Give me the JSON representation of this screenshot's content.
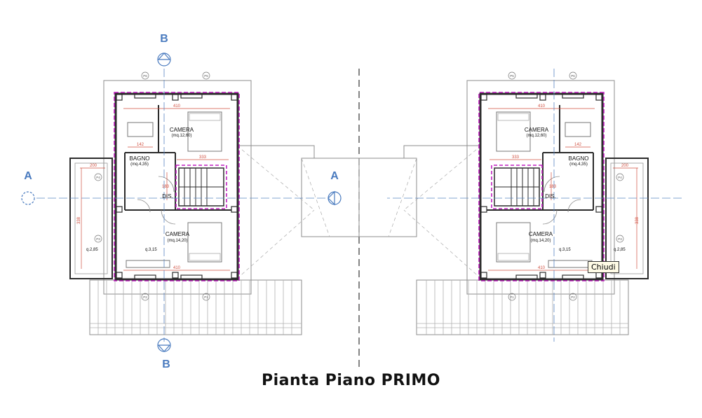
{
  "title": "Pianta Piano PRIMO",
  "tooltip": "Chiudi",
  "section_markers": {
    "a": "A",
    "b": "B"
  },
  "rooms": {
    "camera_top": "CAMERA",
    "camera_top_area": "(mq.12,60)",
    "bagno": "BAGNO",
    "bagno_area": "(mq.4,35)",
    "dis": "DIS.",
    "camera_bottom": "CAMERA",
    "camera_bottom_area": "(mq.14,20)"
  },
  "levels": {
    "terrace": "q.2,85",
    "room": "q.3,15"
  },
  "dimensions": {
    "width_top": "410",
    "width_bottom": "410",
    "stair": "333",
    "terrace_w": "200",
    "terrace_h": "338",
    "bath": "142",
    "stair_h": "183"
  },
  "pillars": {
    "p1": "P1",
    "p2": "P2",
    "p3": "P3",
    "p4": "P4",
    "p5": "P5",
    "p6": "P6"
  },
  "colors": {
    "line": "#7a7a7a",
    "wall": "#2b2b2b",
    "boundary": "#c020c0",
    "dim": "#d05040",
    "axis": "#5b87c4",
    "marker": "#4a7bbf"
  }
}
